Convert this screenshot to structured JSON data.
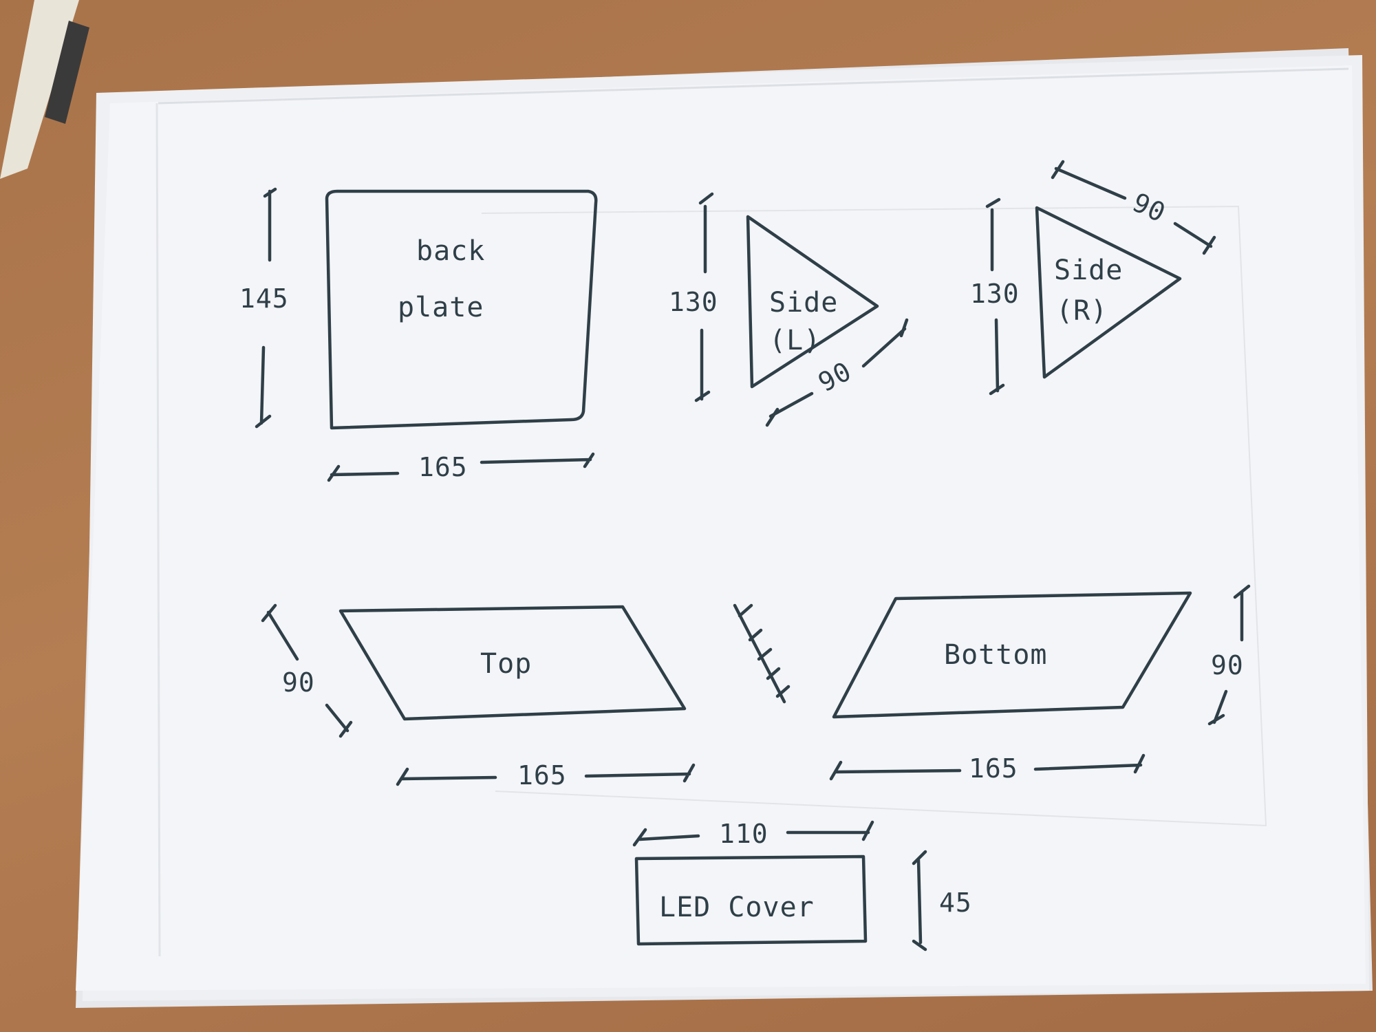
{
  "pieces": {
    "back_plate": {
      "name_line1": "back",
      "name_line2": "plate",
      "height": "145",
      "width": "165"
    },
    "side_left": {
      "name_line1": "Side",
      "name_line2": "(L)",
      "height": "130",
      "edge": "90"
    },
    "side_right": {
      "name_line1": "Side",
      "name_line2": "(R)",
      "height": "130",
      "edge": "90"
    },
    "top": {
      "name": "Top",
      "depth": "90",
      "width": "165"
    },
    "bottom": {
      "name": "Bottom",
      "depth": "90",
      "width": "165"
    },
    "led_cover": {
      "name": "LED Cover",
      "width": "110",
      "height": "45"
    }
  },
  "colors": {
    "ink": "#2f3f48",
    "paper": "#f4f5f8",
    "table": "#a9734a"
  }
}
